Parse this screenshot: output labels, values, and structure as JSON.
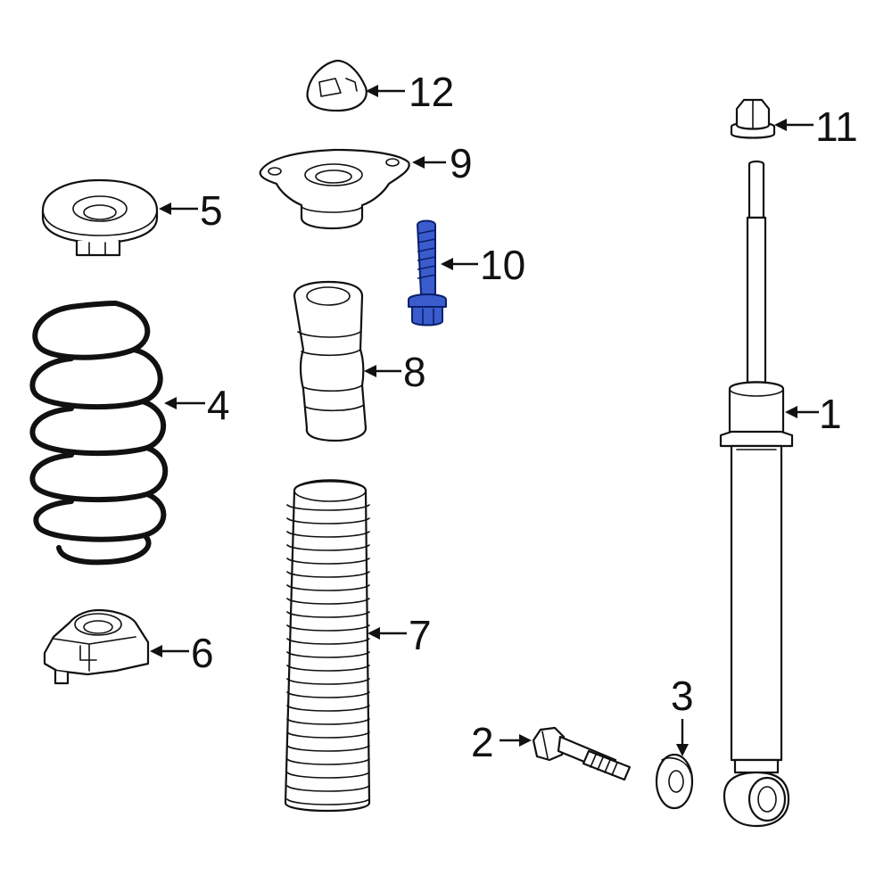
{
  "callouts": {
    "c1": "1",
    "c2": "2",
    "c3": "3",
    "c4": "4",
    "c5": "5",
    "c6": "6",
    "c7": "7",
    "c8": "8",
    "c9": "9",
    "c10": "10",
    "c11": "11",
    "c12": "12"
  },
  "colors": {
    "highlight_part": "#3a5ccc",
    "line": "#111111",
    "background": "#ffffff"
  }
}
